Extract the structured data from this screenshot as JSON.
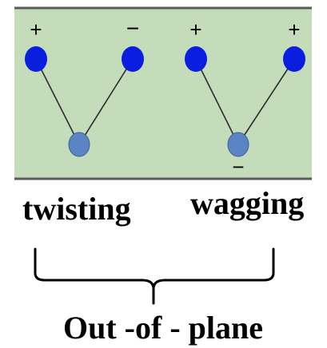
{
  "colors": {
    "panel_fill": "#c5dcba",
    "panel_border": "#5a5a5a",
    "atom_top": "#0a1ee0",
    "atom_center": "#5b84c4",
    "bond": "#2b2b2b",
    "text": "#000000"
  },
  "modes": [
    {
      "name": "twisting",
      "signs": {
        "left": "+",
        "right": "−",
        "center": ""
      }
    },
    {
      "name": "wagging",
      "signs": {
        "left": "+",
        "right": "+",
        "center": "−"
      }
    }
  ],
  "group_label": "Out -of - plane"
}
